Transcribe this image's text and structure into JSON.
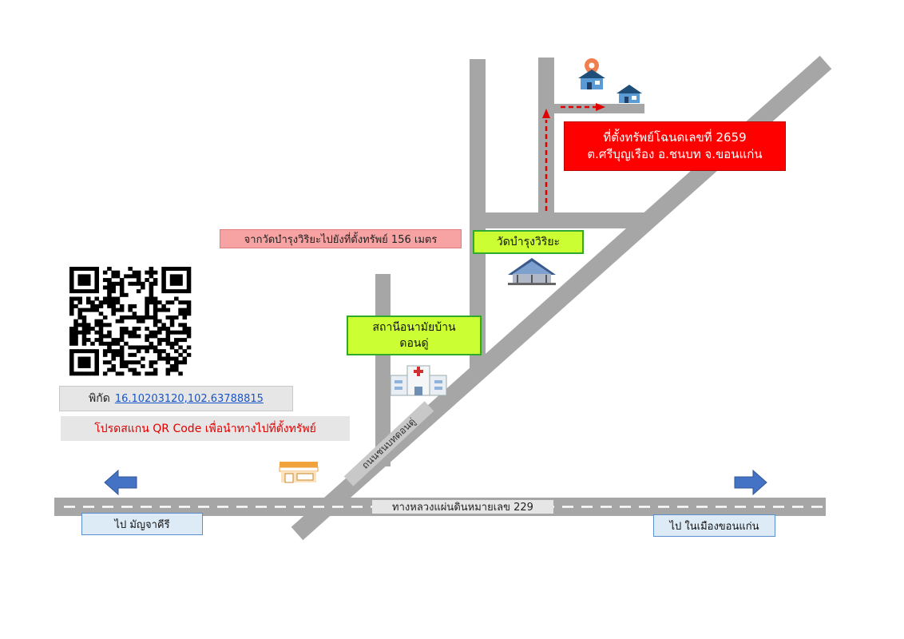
{
  "property": {
    "line1": "ที่ตั้งทรัพย์โฉนดเลขที่ 2659",
    "line2": "ต.ศรีบุญเรือง  อ.ชนบท  จ.ขอนแก่น"
  },
  "distance_note": "จากวัดบำรุงวิริยะไปยังที่ตั้งทรัพย์ 156 เมตร",
  "temple_label": "วัดบำรุงวิริยะ",
  "clinic_label": {
    "line1": "สถานีอนามัยบ้าน",
    "line2": "ดอนดู่"
  },
  "coords": {
    "label": "พิกัด",
    "value": "16.10203120,102.63788815"
  },
  "scan_note": "โปรดสแกน QR Code เพื่อนำทางไปที่ตั้งทรัพย์",
  "highway_label": "ทางหลวงแผ่นดินหมายเลข 229",
  "road_label": "ถนนชนบทดอนดู่",
  "left_destination": "ไป มัญจาคีรี",
  "right_destination": "ไป ในเมืองขอนแก่น",
  "colors": {
    "road": "#a6a6a6",
    "arrow_blue": "#4472c4",
    "route_red": "#e00000",
    "property_box": "#ff0000",
    "landmark_box": "#ccff33"
  },
  "icons": [
    "location-pin-icon",
    "house-icon",
    "temple-icon",
    "hospital-icon",
    "shop-icon",
    "qr-code",
    "arrow-left-icon",
    "arrow-right-icon"
  ]
}
